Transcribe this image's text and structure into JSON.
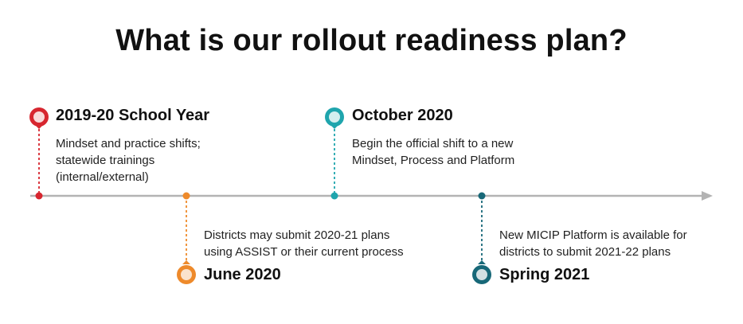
{
  "title": "What is our rollout readiness plan?",
  "colors": {
    "axis": "#b3b3b3",
    "red": "#d7262f",
    "orange": "#ee8a2b",
    "teal": "#1fa5ad",
    "dark_teal": "#176878"
  },
  "milestones": [
    {
      "label": "2019-20 School Year",
      "description": [
        "Mindset and practice shifts;",
        "statewide trainings",
        "(internal/external)"
      ],
      "color_key": "red",
      "icon": "map-pin-icon"
    },
    {
      "label": "June 2020",
      "description": [
        "Districts may submit 2020-21 plans",
        "using ASSIST or their current process"
      ],
      "color_key": "orange",
      "icon": "map-pin-icon"
    },
    {
      "label": "October 2020",
      "description": [
        "Begin the official shift to a new",
        "Mindset, Process and Platform"
      ],
      "color_key": "teal",
      "icon": "map-pin-icon"
    },
    {
      "label": "Spring 2021",
      "description": [
        "New MICIP Platform is available for",
        "districts to submit 2021-22 plans"
      ],
      "color_key": "dark_teal",
      "icon": "map-pin-icon"
    }
  ]
}
